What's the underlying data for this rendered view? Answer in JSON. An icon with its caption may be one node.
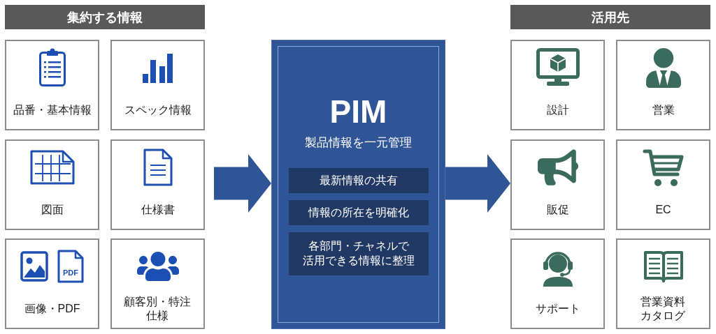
{
  "diagram": {
    "nodes": [
      {
        "text": [
          "集約する情報"
        ]
      },
      {
        "text": [
          "品番・基本情報"
        ]
      },
      {
        "text": [
          "スペック情報"
        ]
      },
      {
        "text": [
          "図面"
        ]
      },
      {
        "text": [
          "仕様書"
        ]
      },
      {
        "text": [
          "画像・PDF"
        ]
      },
      {
        "text": [
          "顧客別・特注仕様"
        ]
      },
      {
        "text": [
          "PIM",
          "製品情報を一元管理"
        ]
      },
      {
        "text": [
          "最新情報の共有"
        ],
        "in": 7
      },
      {
        "text": [
          "情報の所在を明確化"
        ],
        "in": 7
      },
      {
        "text": [
          "各部門・チャネルで活用できる情報に整理"
        ],
        "in": 7
      },
      {
        "text": [
          "活用先"
        ]
      },
      {
        "text": [
          "設計"
        ]
      },
      {
        "text": [
          "営業"
        ]
      },
      {
        "text": [
          "販促"
        ]
      },
      {
        "text": [
          "EC"
        ]
      },
      {
        "text": [
          "サポート"
        ]
      },
      {
        "text": [
          "営業資料カタログ"
        ]
      }
    ],
    "edges": [
      {
        "from": null,
        "to": 7,
        "arrow": "to"
      },
      {
        "from": 7,
        "to": 14,
        "arrow": "to"
      }
    ],
    "labels": [
      "PDF"
    ]
  }
}
